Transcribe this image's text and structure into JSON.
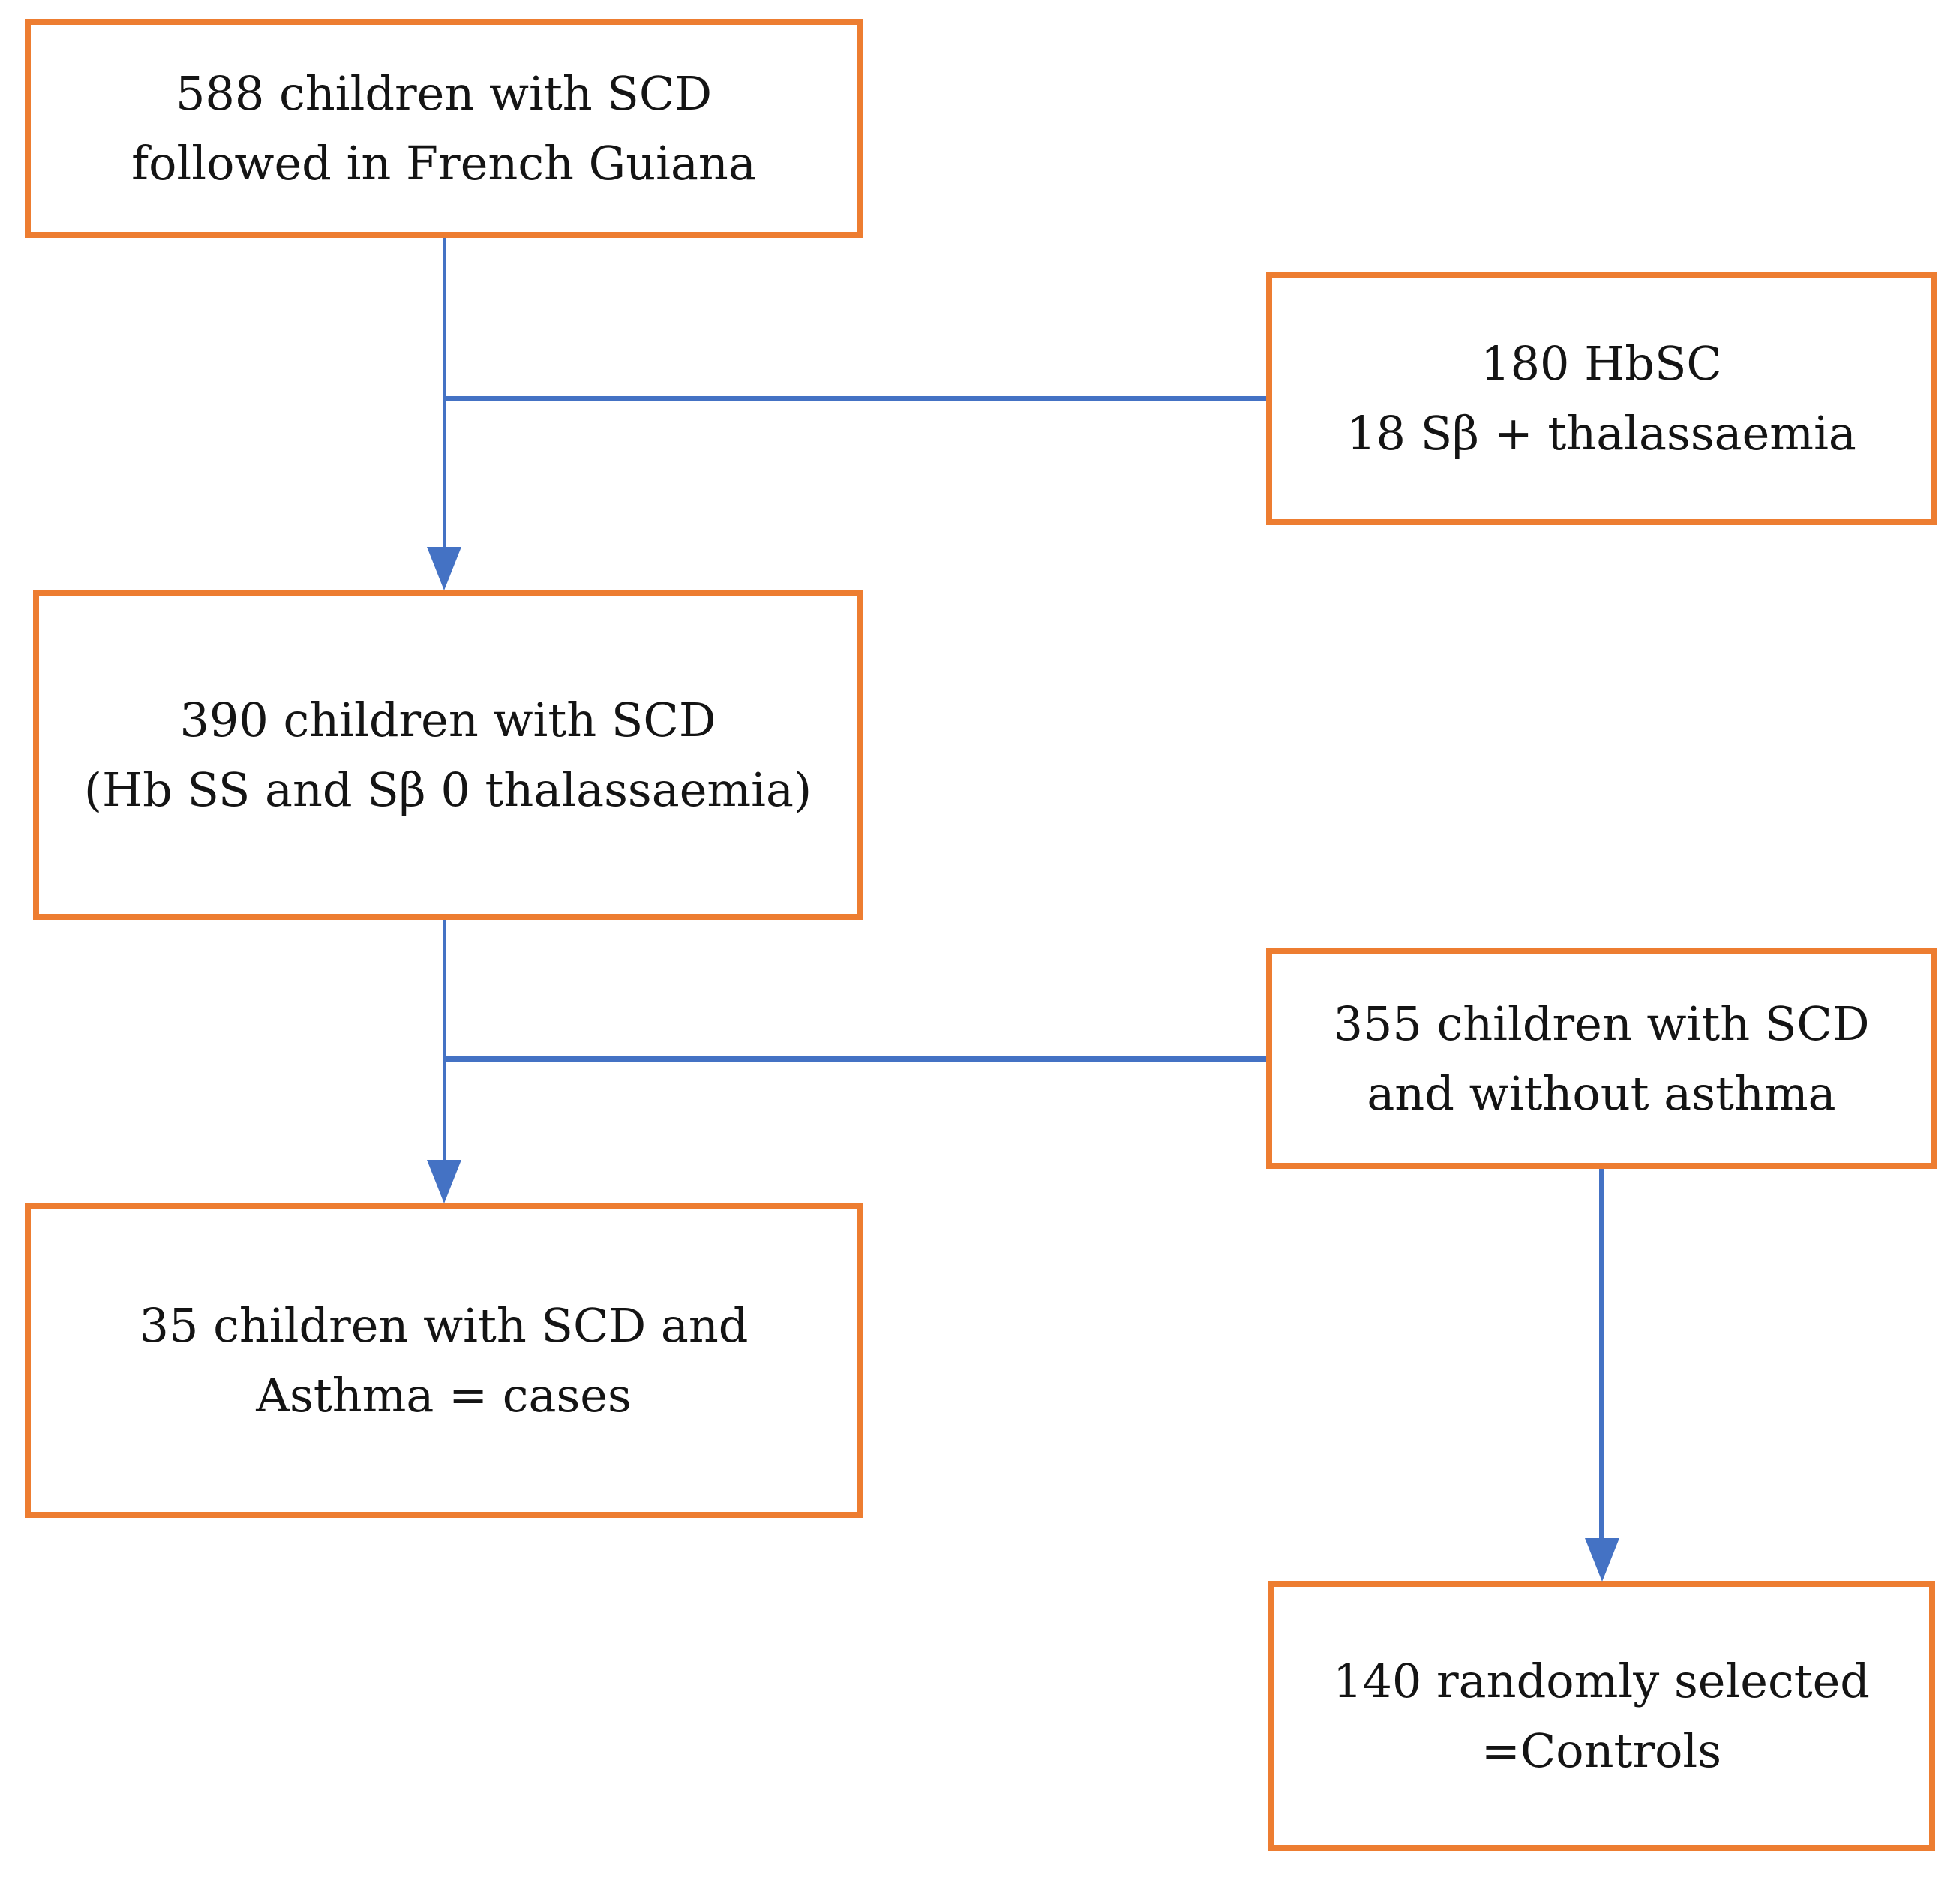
{
  "colors": {
    "box_border": "#ED7D31",
    "connector": "#4472C4",
    "text": "#141414",
    "background": "#FFFFFF"
  },
  "diagram": {
    "type": "flowchart",
    "nodes": [
      {
        "id": "scd-588",
        "lines": [
          "588 children with SCD",
          "followed in French Guiana"
        ]
      },
      {
        "id": "excluded-180",
        "lines": [
          "180 HbSC",
          "18 Sβ + thalassaemia"
        ]
      },
      {
        "id": "scd-390",
        "lines": [
          "390 children with SCD",
          "(Hb SS and Sβ 0 thalassaemia)"
        ]
      },
      {
        "id": "no-asthma-355",
        "lines": [
          "355 children with SCD",
          "and without asthma"
        ]
      },
      {
        "id": "cases-35",
        "lines": [
          "35 children with SCD and",
          "Asthma = cases"
        ]
      },
      {
        "id": "controls-140",
        "lines": [
          "140 randomly selected",
          "=Controls"
        ]
      }
    ],
    "edges": [
      {
        "from": "scd-588",
        "to": "scd-390",
        "style": "arrow"
      },
      {
        "from": "scd-588",
        "to": "excluded-180",
        "style": "elbow-branch"
      },
      {
        "from": "scd-390",
        "to": "cases-35",
        "style": "arrow"
      },
      {
        "from": "scd-390",
        "to": "no-asthma-355",
        "style": "elbow-branch"
      },
      {
        "from": "no-asthma-355",
        "to": "controls-140",
        "style": "arrow"
      }
    ]
  }
}
